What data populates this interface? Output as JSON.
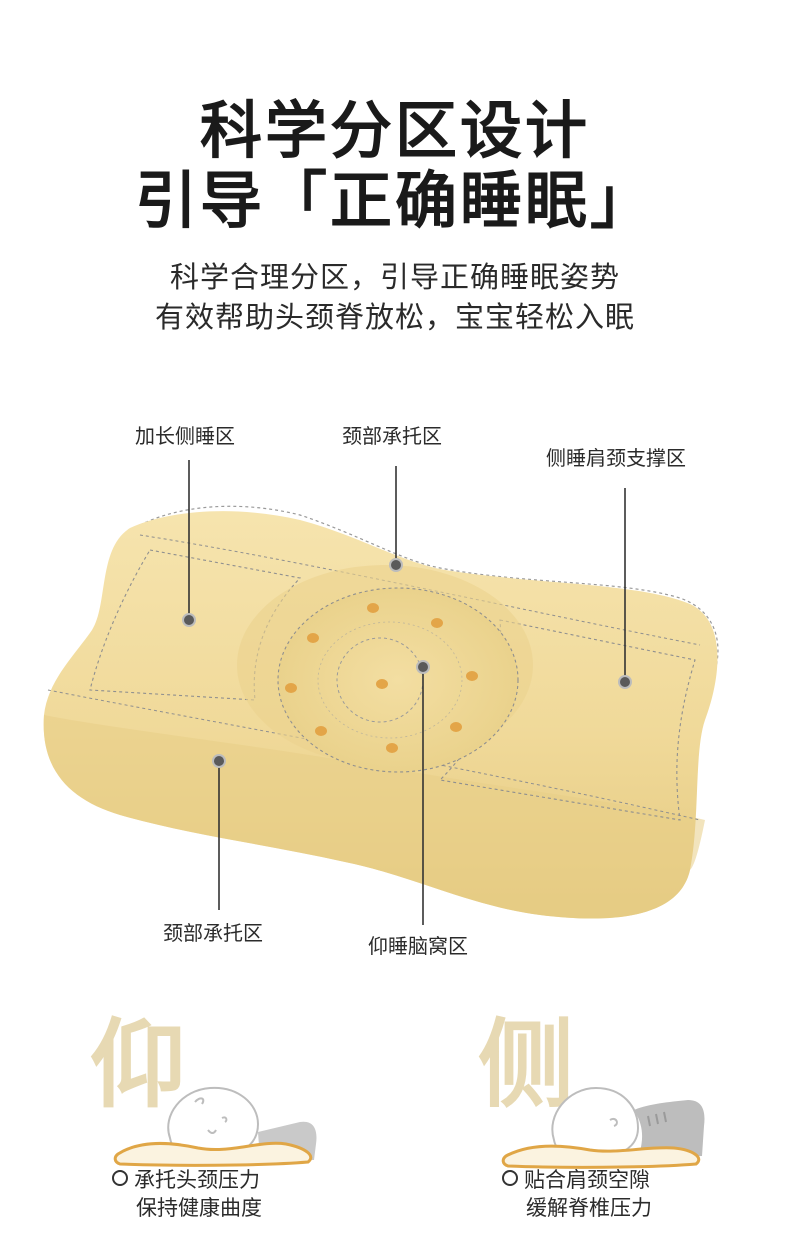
{
  "header": {
    "title_line1": "科学分区设计",
    "title_line2": "引导「正确睡眠」"
  },
  "intro": {
    "line1": "科学合理分区，引导正确睡眠姿势",
    "line2": "有效帮助头颈脊放松，宝宝轻松入眠"
  },
  "callouts": {
    "side_long": "加长侧睡区",
    "neck_top": "颈部承托区",
    "shoulder_neck": "侧睡肩颈支撑区",
    "neck_bottom": "颈部承托区",
    "head_nest": "仰睡脑窝区"
  },
  "poses": {
    "back": {
      "char": "仰",
      "benefit_line1": "承托头颈压力",
      "benefit_line2": "保持健康曲度"
    },
    "side": {
      "char": "侧",
      "benefit_line1": "贴合肩颈空隙",
      "benefit_line2": "缓解脊椎压力"
    }
  },
  "colors": {
    "pillow_fill": "#f1dc9f",
    "pillow_shadow": "#e6cd84",
    "hole_dot": "#e3a548",
    "marker": "#555555",
    "ghost_char": "#e3d3a6",
    "pillow_icon_outline": "#e0a646"
  }
}
